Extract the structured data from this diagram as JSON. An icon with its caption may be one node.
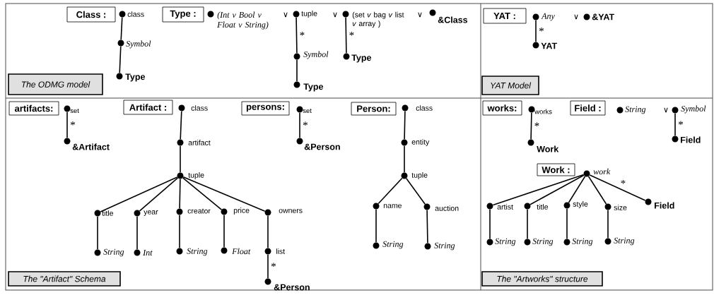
{
  "diagram": {
    "nodes": [
      {
        "text": [
          "Class :"
        ]
      },
      {
        "text": [],
        "shape": "circle",
        "beside": [
          "class"
        ]
      },
      {
        "text": [],
        "shape": "circle",
        "beside": [
          "Symbol"
        ]
      },
      {
        "text": [],
        "shape": "circle",
        "beside": [
          "Type"
        ]
      },
      {
        "text": [
          "Type :"
        ]
      },
      {
        "text": [],
        "shape": "circle",
        "beside": [
          "(Int v Bool v Float v String)"
        ]
      },
      {
        "text": [],
        "shape": "circle",
        "beside": [
          "tuple"
        ]
      },
      {
        "text": [],
        "shape": "circle",
        "beside": [
          "(set *v* bag *v* list *v* array )"
        ]
      },
      {
        "text": [],
        "shape": "circle",
        "beside": [
          "&Class"
        ]
      },
      {
        "text": [],
        "shape": "circle",
        "beside": [
          "Symbol"
        ]
      },
      {
        "text": [],
        "shape": "circle",
        "beside": [
          "Type"
        ]
      },
      {
        "text": [],
        "shape": "circle",
        "beside": [
          "Type"
        ]
      },
      {
        "text": [
          "The ODMG model"
        ]
      },
      {
        "text": [
          "YAT :"
        ]
      },
      {
        "text": [],
        "shape": "circle",
        "beside": [
          "Any"
        ]
      },
      {
        "text": [],
        "shape": "circle",
        "beside": [
          "&YAT"
        ]
      },
      {
        "text": [],
        "shape": "circle",
        "beside": [
          "YAT"
        ]
      },
      {
        "text": [
          "YAT Model"
        ]
      },
      {
        "text": [
          "artifacts:"
        ]
      },
      {
        "text": [],
        "shape": "circle",
        "beside": [
          "set"
        ]
      },
      {
        "text": [],
        "shape": "circle",
        "beside": [
          "&Artifact"
        ]
      },
      {
        "text": [
          "Artifact :"
        ]
      },
      {
        "text": [],
        "shape": "circle",
        "beside": [
          "class"
        ]
      },
      {
        "text": [],
        "shape": "circle",
        "beside": [
          "artifact"
        ]
      },
      {
        "text": [],
        "shape": "circle",
        "beside": [
          "tuple"
        ]
      },
      {
        "text": [
          "persons:"
        ]
      },
      {
        "text": [],
        "shape": "circle",
        "beside": [
          "set"
        ]
      },
      {
        "text": [],
        "shape": "circle",
        "beside": [
          "&Person"
        ]
      },
      {
        "text": [
          "Person:"
        ]
      },
      {
        "text": [],
        "shape": "circle",
        "beside": [
          "class"
        ]
      },
      {
        "text": [],
        "shape": "circle",
        "beside": [
          "entity"
        ]
      },
      {
        "text": [],
        "shape": "circle",
        "beside": [
          "tuple"
        ]
      },
      {
        "text": [],
        "shape": "circle",
        "beside": [
          "title"
        ]
      },
      {
        "text": [],
        "shape": "circle",
        "beside": [
          "year"
        ]
      },
      {
        "text": [],
        "shape": "circle",
        "beside": [
          "creator"
        ]
      },
      {
        "text": [],
        "shape": "circle",
        "beside": [
          "price"
        ]
      },
      {
        "text": [],
        "shape": "circle",
        "beside": [
          "owners"
        ]
      },
      {
        "text": [],
        "shape": "circle",
        "beside": [
          "name"
        ]
      },
      {
        "text": [],
        "shape": "circle",
        "beside": [
          "auction"
        ]
      },
      {
        "text": [],
        "shape": "circle",
        "beside": [
          "String"
        ]
      },
      {
        "text": [],
        "shape": "circle",
        "beside": [
          "Int"
        ]
      },
      {
        "text": [],
        "shape": "circle",
        "beside": [
          "String"
        ]
      },
      {
        "text": [],
        "shape": "circle",
        "beside": [
          "Float"
        ]
      },
      {
        "text": [],
        "shape": "circle",
        "beside": [
          "list"
        ]
      },
      {
        "text": [],
        "shape": "circle",
        "beside": [
          "String"
        ]
      },
      {
        "text": [],
        "shape": "circle",
        "beside": [
          "String"
        ]
      },
      {
        "text": [],
        "shape": "circle",
        "beside": [
          "&Person"
        ]
      },
      {
        "text": [
          "The \"Artifact\" Schema"
        ]
      },
      {
        "text": [
          "works:"
        ]
      },
      {
        "text": [],
        "shape": "circle",
        "beside": [
          "works"
        ]
      },
      {
        "text": [
          "Field :"
        ]
      },
      {
        "text": [],
        "shape": "circle",
        "beside": [
          "String"
        ]
      },
      {
        "text": [],
        "shape": "circle",
        "beside": [
          "Symbol"
        ]
      },
      {
        "text": [],
        "shape": "circle",
        "beside": [
          "Work"
        ]
      },
      {
        "text": [],
        "shape": "circle",
        "beside": [
          "Field"
        ]
      },
      {
        "text": [
          "Work :"
        ]
      },
      {
        "text": [],
        "shape": "circle",
        "beside": [
          "work"
        ]
      },
      {
        "text": [],
        "shape": "circle",
        "beside": [
          "artist"
        ]
      },
      {
        "text": [],
        "shape": "circle",
        "beside": [
          "title"
        ]
      },
      {
        "text": [],
        "shape": "circle",
        "beside": [
          "style"
        ]
      },
      {
        "text": [],
        "shape": "circle",
        "beside": [
          "size"
        ]
      },
      {
        "text": [],
        "shape": "circle",
        "beside": [
          "Field"
        ]
      },
      {
        "text": [],
        "shape": "circle",
        "beside": [
          "String"
        ]
      },
      {
        "text": [],
        "shape": "circle",
        "beside": [
          "String"
        ]
      },
      {
        "text": [],
        "shape": "circle",
        "beside": [
          "String"
        ]
      },
      {
        "text": [],
        "shape": "circle",
        "beside": [
          "String"
        ]
      },
      {
        "text": [
          "The \"Artworks\" structure"
        ]
      }
    ],
    "edges": [
      {
        "from": 1,
        "to": 2,
        "arrow": "none"
      },
      {
        "from": 2,
        "to": 3,
        "arrow": "none"
      },
      {
        "from": 6,
        "to": 9,
        "arrow": "none",
        "label": "*"
      },
      {
        "from": 9,
        "to": 11,
        "arrow": "none"
      },
      {
        "from": 7,
        "to": 10,
        "arrow": "none",
        "label": "*"
      },
      {
        "from": 14,
        "to": 16,
        "arrow": "none",
        "label": "*"
      },
      {
        "from": 19,
        "to": 20,
        "arrow": "none",
        "label": "*"
      },
      {
        "from": 22,
        "to": 23,
        "arrow": "none"
      },
      {
        "from": 23,
        "to": 24,
        "arrow": "none"
      },
      {
        "from": 24,
        "to": 32,
        "arrow": "none"
      },
      {
        "from": 24,
        "to": 33,
        "arrow": "none"
      },
      {
        "from": 24,
        "to": 34,
        "arrow": "none"
      },
      {
        "from": 24,
        "to": 35,
        "arrow": "none"
      },
      {
        "from": 24,
        "to": 36,
        "arrow": "none"
      },
      {
        "from": 32,
        "to": 39,
        "arrow": "none"
      },
      {
        "from": 33,
        "to": 40,
        "arrow": "none"
      },
      {
        "from": 34,
        "to": 41,
        "arrow": "none"
      },
      {
        "from": 35,
        "to": 42,
        "arrow": "none"
      },
      {
        "from": 36,
        "to": 43,
        "arrow": "none"
      },
      {
        "from": 43,
        "to": 46,
        "arrow": "none",
        "label": "*"
      },
      {
        "from": 26,
        "to": 27,
        "arrow": "none",
        "label": "*"
      },
      {
        "from": 29,
        "to": 30,
        "arrow": "none"
      },
      {
        "from": 30,
        "to": 31,
        "arrow": "none"
      },
      {
        "from": 31,
        "to": 37,
        "arrow": "none"
      },
      {
        "from": 31,
        "to": 38,
        "arrow": "none"
      },
      {
        "from": 37,
        "to": 44,
        "arrow": "none"
      },
      {
        "from": 38,
        "to": 45,
        "arrow": "none"
      },
      {
        "from": 49,
        "to": 53,
        "arrow": "none",
        "label": "*"
      },
      {
        "from": 52,
        "to": 54,
        "arrow": "none",
        "label": "*"
      },
      {
        "from": 56,
        "to": 57,
        "arrow": "none"
      },
      {
        "from": 56,
        "to": 58,
        "arrow": "none"
      },
      {
        "from": 56,
        "to": 59,
        "arrow": "none"
      },
      {
        "from": 56,
        "to": 60,
        "arrow": "none"
      },
      {
        "from": 56,
        "to": 61,
        "arrow": "none",
        "label": "*"
      },
      {
        "from": 57,
        "to": 62,
        "arrow": "none"
      },
      {
        "from": 58,
        "to": 63,
        "arrow": "none"
      },
      {
        "from": 59,
        "to": 64,
        "arrow": "none"
      },
      {
        "from": 60,
        "to": 65,
        "arrow": "none"
      }
    ],
    "labels": [
      "∨",
      "∨",
      "∨",
      "∨",
      "∨"
    ]
  }
}
